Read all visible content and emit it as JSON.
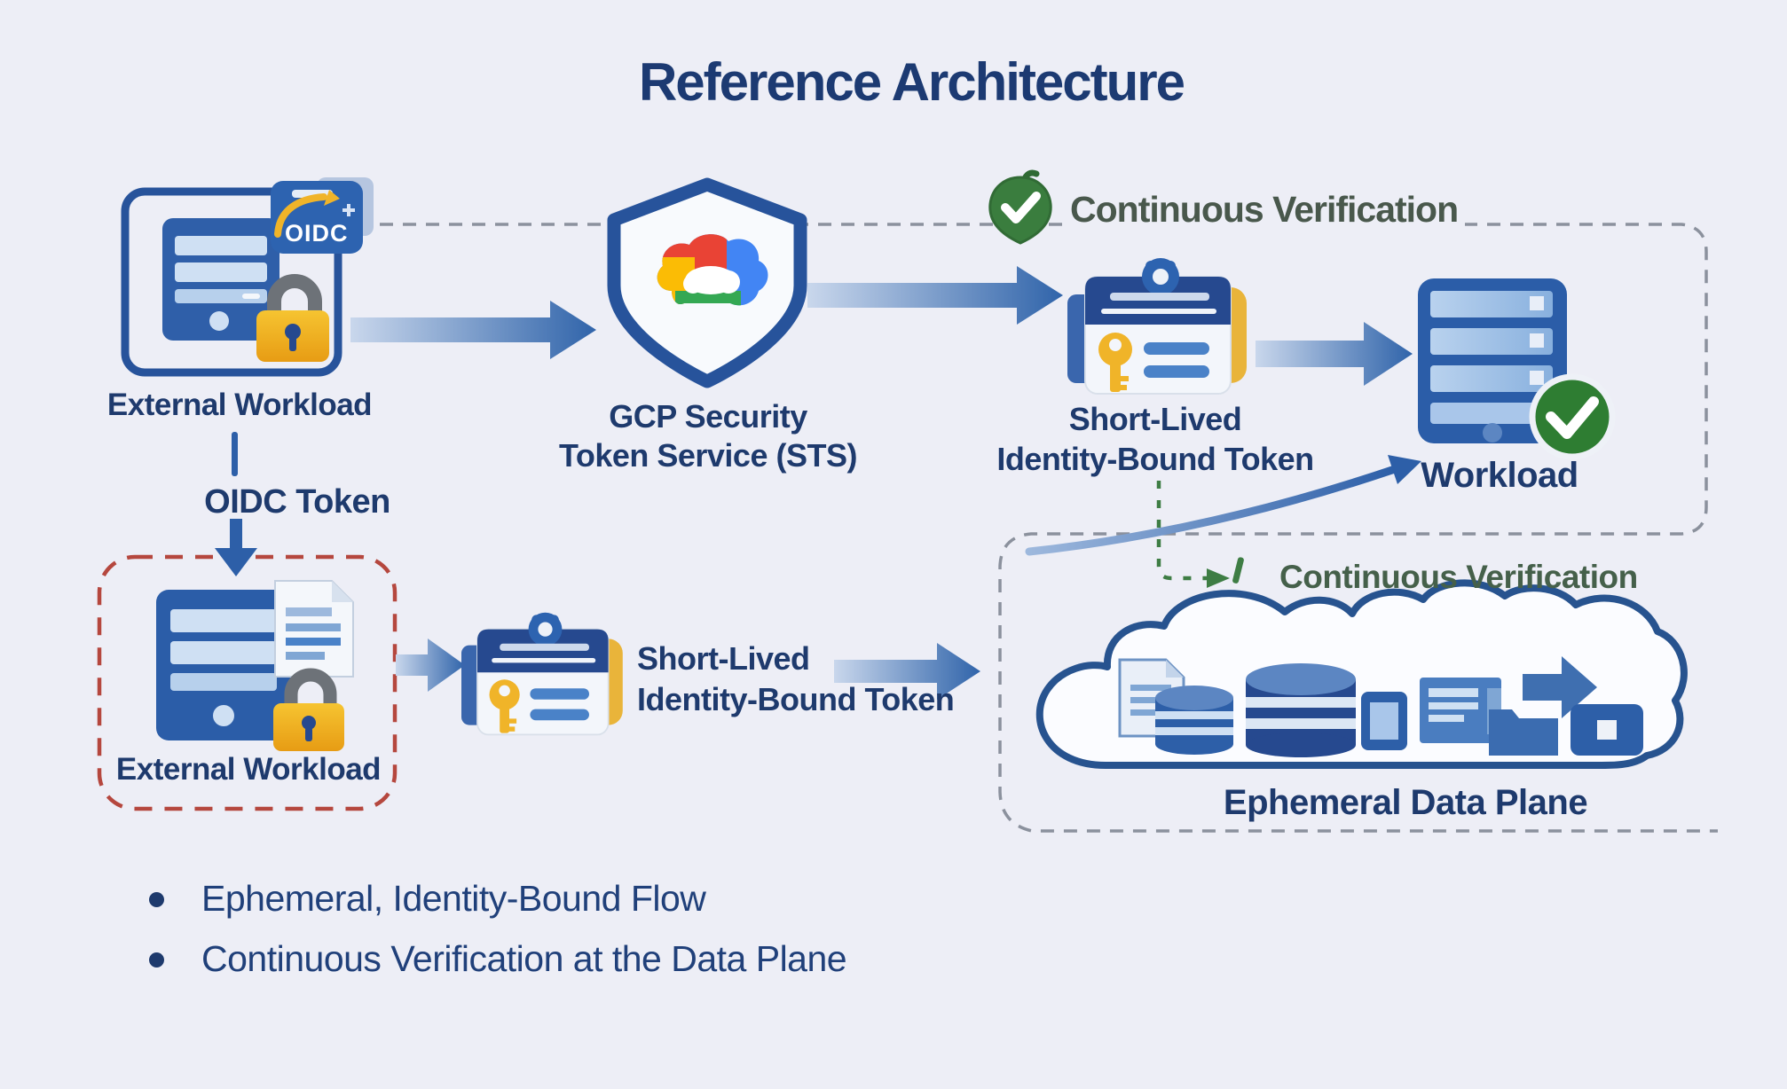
{
  "title": "Reference Architecture",
  "nodes": {
    "external_workload_top": {
      "label": "External Workload",
      "badge": "OIDC"
    },
    "oidc_token_edge": {
      "label": "OIDC Token"
    },
    "sts": {
      "line1": "GCP Security",
      "line2": "Token Service (STS)"
    },
    "verification_top": {
      "label": "Continuous Verification"
    },
    "token_top": {
      "line1": "Short-Lived",
      "line2": "Identity-Bound Token"
    },
    "workload": {
      "label": "Workload"
    },
    "external_workload_bottom": {
      "label": "External Workload"
    },
    "token_bottom": {
      "line1": "Short-Lived",
      "line2": "Identity-Bound Token"
    },
    "verification_bottom": {
      "label": "Continuous Verification"
    },
    "data_plane": {
      "label": "Ephemeral Data Plane"
    }
  },
  "bullets": [
    "Ephemeral, Identity-Bound Flow",
    "Continuous Verification at the Data Plane"
  ],
  "colors": {
    "background": "#edeef6",
    "navy_text": "#1e3a6d",
    "verify_green_text": "#49584c",
    "badge_green": "#3a7d3e",
    "check_green": "#2e7d32",
    "arrow_blue": "#2d5fa8",
    "boundary_gray": "#8b919d",
    "alert_red_dashed": "#b5473e",
    "lock_gold": "#f0b429"
  }
}
